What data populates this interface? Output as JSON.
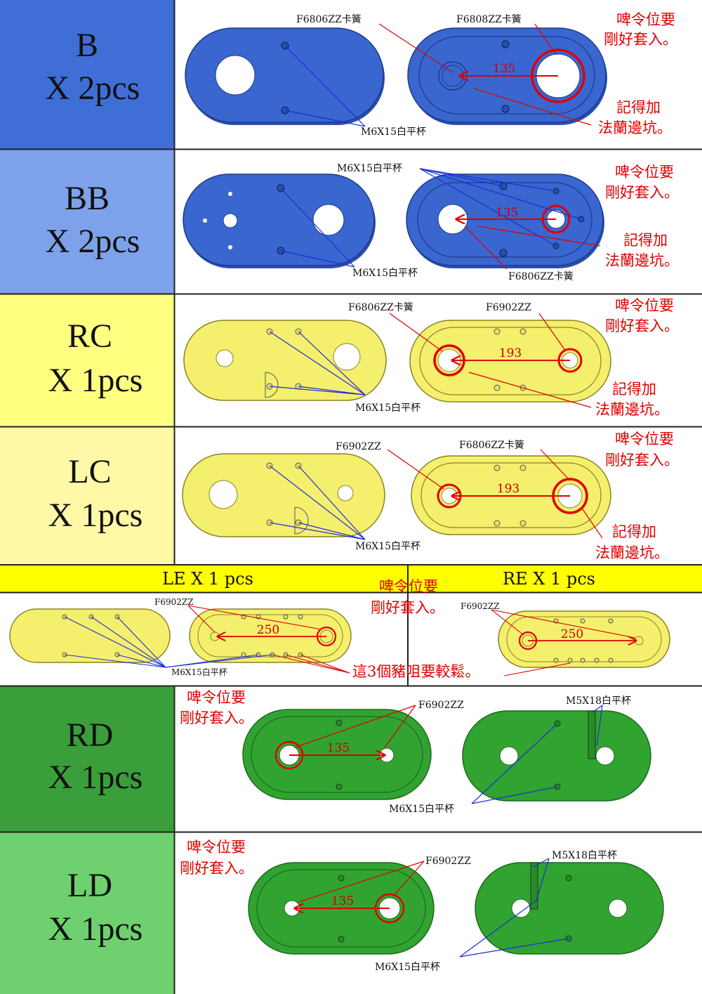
{
  "colors": {
    "blue_dark": "#3f6fd6",
    "blue_light": "#7ea2ea",
    "yellow_bright": "#ffff80",
    "yellow_pale": "#fff8a6",
    "green_dark": "#3a9e3a",
    "green_light": "#6fd06f",
    "part_blue": "#3a66cf",
    "part_yellow": "#f5ef6e",
    "part_green": "#31a331",
    "leader_red": "#e00000",
    "leader_blue": "#1b2ed8"
  },
  "rows": [
    {
      "name": "B",
      "qty": "X 2pcs"
    },
    {
      "name": "BB",
      "qty": "X 2pcs"
    },
    {
      "name": "RC",
      "qty": "X 1pcs"
    },
    {
      "name": "LC",
      "qty": "X 1pcs"
    },
    {
      "name": "RD",
      "qty": "X 1pcs"
    },
    {
      "name": "LD",
      "qty": "X 1pcs"
    }
  ],
  "band": {
    "left": "LE X 1 pcs",
    "right": "RE X 1 pcs"
  },
  "notes": {
    "fit_line1": "啤令位要",
    "fit_line2": "剛好套入。",
    "flange_line1": "記得加",
    "flange_line2": "法蘭邊坑。",
    "loose": "這3個豬咀要較鬆。"
  },
  "labels": {
    "f6806": "F6806ZZ卡簧",
    "f6808": "F6808ZZ卡簧",
    "f6902": "F6902ZZ",
    "m6": "M6X15白平杯",
    "m5": "M5X18白平杯"
  },
  "dims": {
    "d135": "135",
    "d193": "193",
    "d250": "250"
  }
}
